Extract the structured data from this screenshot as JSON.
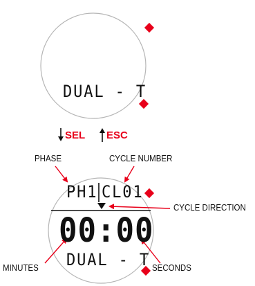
{
  "display_top": {
    "mode_text": "DUAL - T"
  },
  "buttons": {
    "down": {
      "icon": "down-arrow-icon",
      "label": "SEL"
    },
    "up": {
      "icon": "up-arrow-icon",
      "label": "ESC"
    }
  },
  "display_bottom": {
    "phase_text": "PH1",
    "cycle_text": "CL01",
    "time_text": "00:00",
    "mode_text": "DUAL - T"
  },
  "callouts": {
    "phase": "PHASE",
    "cycle_number": "CYCLE NUMBER",
    "cycle_direction": "CYCLE DIRECTION",
    "minutes": "MINUTES",
    "seconds": "SECONDS"
  },
  "colors": {
    "accent": "#e8001a",
    "outline": "#b5b5b5",
    "ink": "#111111"
  }
}
